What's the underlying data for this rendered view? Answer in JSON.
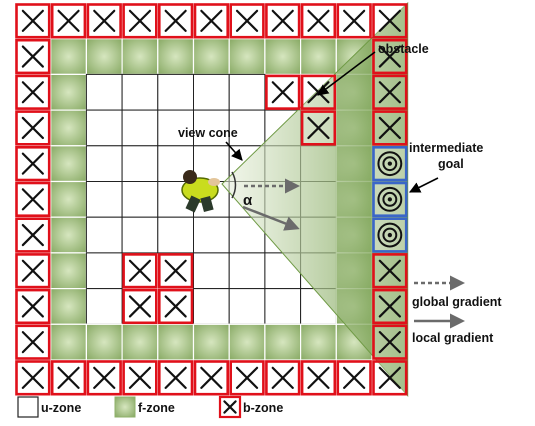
{
  "labels": {
    "obstacle": "obstacle",
    "view_cone": "view cone",
    "alpha": "α",
    "intermediate_goal_line1": "intermediate",
    "intermediate_goal_line2": "goal",
    "global_gradient": "global gradient",
    "local_gradient": "local gradient"
  },
  "legend": [
    {
      "zone": "u",
      "label": "u-zone"
    },
    {
      "zone": "f",
      "label": "f-zone"
    },
    {
      "zone": "b",
      "label": "b-zone"
    }
  ],
  "grid": {
    "cols": 11,
    "rows": 11,
    "rows_map": [
      "BBBBBBBBBBB",
      "BFFFFFFFFFB",
      "BFUUUUUBBFB",
      "BFUUUUUUBFB",
      "BFUUUUUUUFG",
      "BFUUUUUUUFG",
      "BFUUUUUUUFG",
      "BFUBBUUUUFB",
      "BFUBBUUUUFB",
      "BFFFFFFFFFB",
      "BBBBBBBBBBB"
    ]
  },
  "colors": {
    "b_border": "#e0101a",
    "u_border": "#222222",
    "f_fill_center": "#c9dcae",
    "f_fill_edge": "#8fb06a",
    "goal_border": "#3a66c8",
    "cone_fill": "#8fb06a",
    "gradient_arrow": "#6b6b6b"
  }
}
